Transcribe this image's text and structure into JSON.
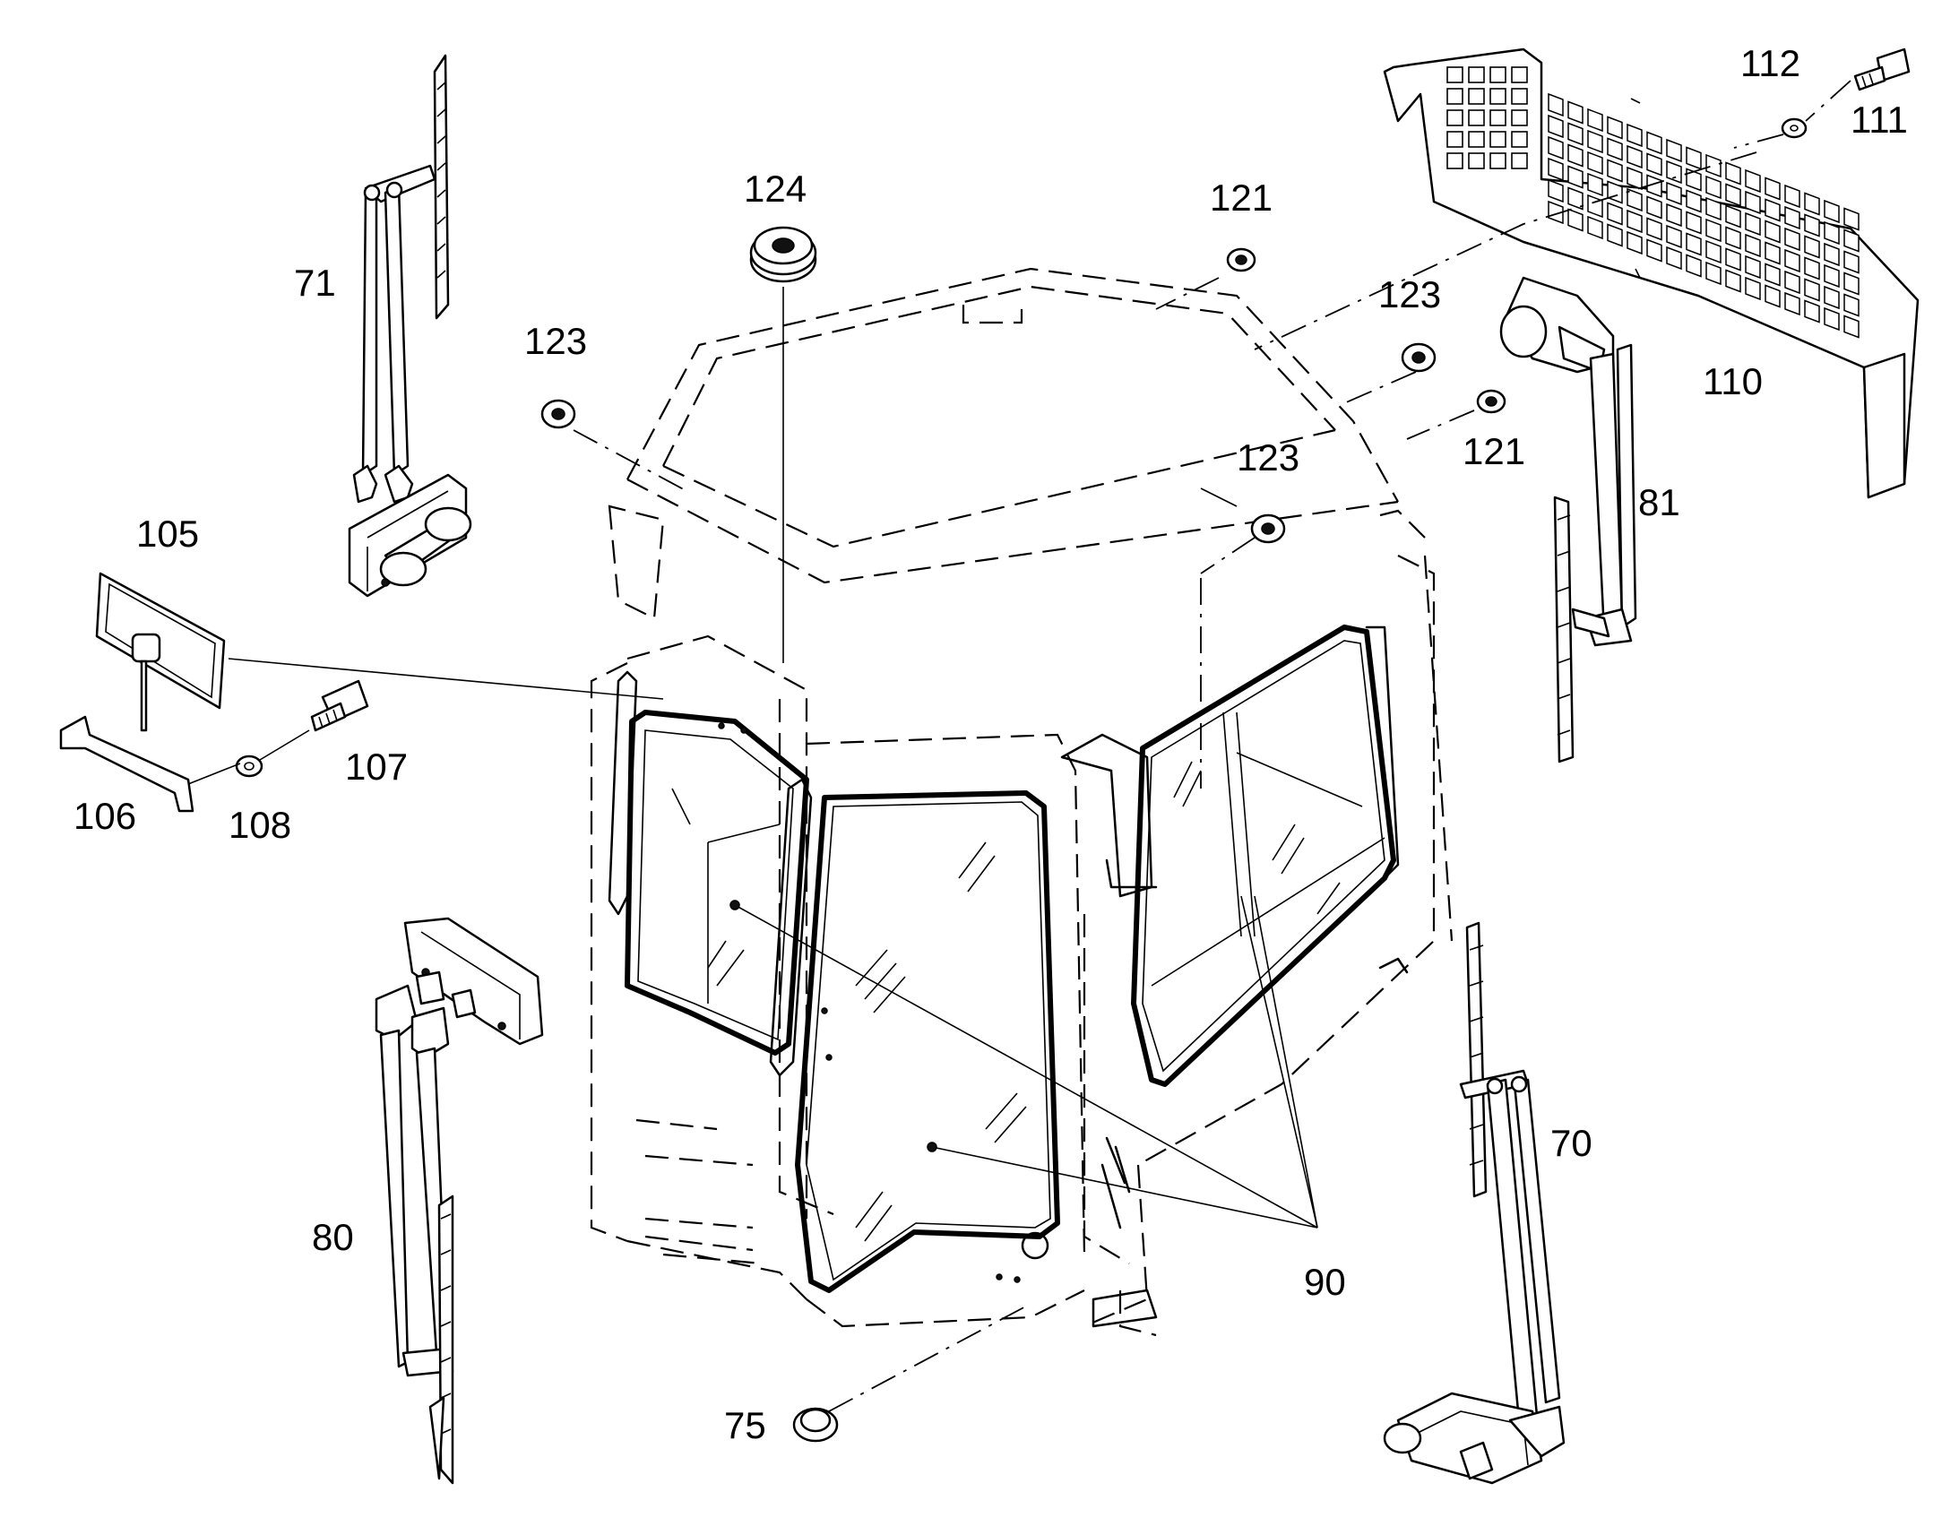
{
  "callouts": {
    "c70": "70",
    "c71": "71",
    "c75": "75",
    "c80": "80",
    "c81": "81",
    "c90": "90",
    "c105": "105",
    "c106": "106",
    "c107": "107",
    "c108": "108",
    "c110": "110",
    "c111": "111",
    "c112": "112",
    "c121a": "121",
    "c121b": "121",
    "c123a": "123",
    "c123b": "123",
    "c123c": "123",
    "c124": "124"
  }
}
